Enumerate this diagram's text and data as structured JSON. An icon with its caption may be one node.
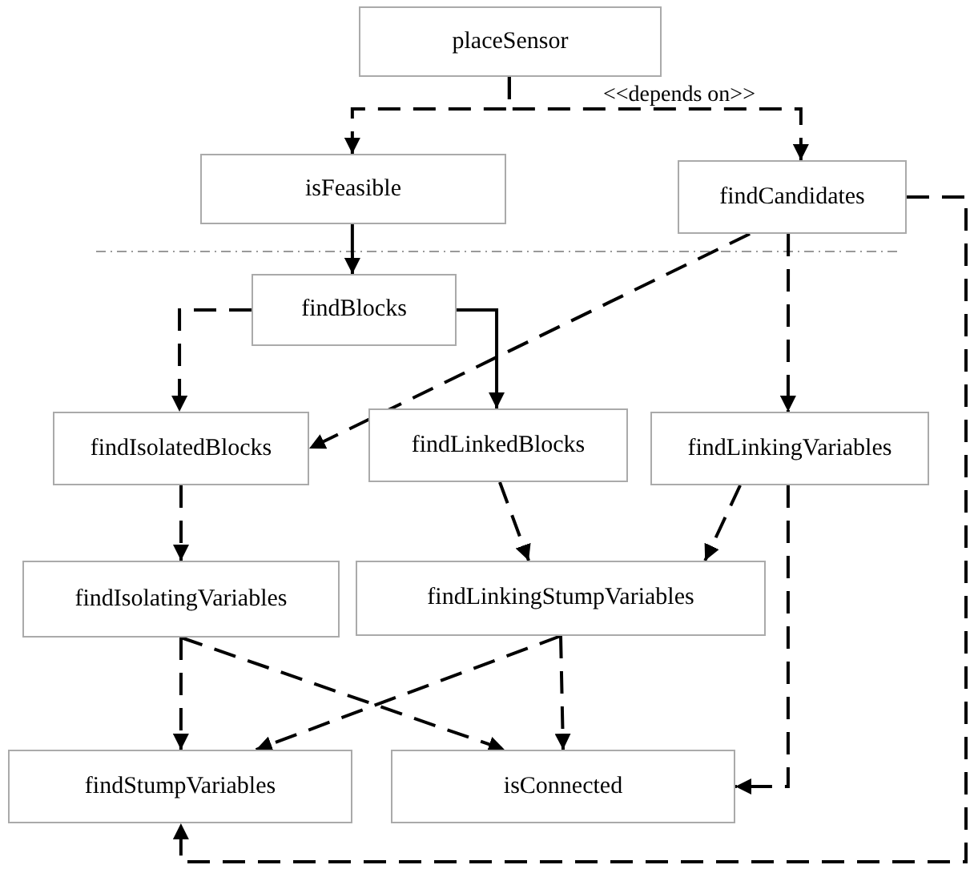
{
  "diagram": {
    "nodes": [
      {
        "text": [
          "placeSensor"
        ]
      },
      {
        "text": [
          "isFeasible"
        ]
      },
      {
        "text": [
          "findCandidates"
        ]
      },
      {
        "text": [
          "findBlocks"
        ]
      },
      {
        "text": [
          "findIsolatedBlocks"
        ]
      },
      {
        "text": [
          "findLinkedBlocks"
        ]
      },
      {
        "text": [
          "findLinkingVariables"
        ]
      },
      {
        "text": [
          "findIsolatingVariables"
        ]
      },
      {
        "text": [
          "findLinkingStumpVariables"
        ]
      },
      {
        "text": [
          "findStumpVariables"
        ]
      },
      {
        "text": [
          "isConnected"
        ]
      }
    ],
    "edges": [
      {
        "from": 0,
        "to": 1,
        "arrow": "to",
        "style": "dashed"
      },
      {
        "from": 0,
        "to": 2,
        "arrow": "to",
        "style": "dashed",
        "label": "<<depends on>>"
      },
      {
        "from": 1,
        "to": 3,
        "arrow": "to"
      },
      {
        "from": 3,
        "to": 4,
        "arrow": "to",
        "style": "dashed"
      },
      {
        "from": 3,
        "to": 5,
        "arrow": "to"
      },
      {
        "from": 2,
        "to": 4,
        "arrow": "to",
        "style": "dashed"
      },
      {
        "from": 2,
        "to": 6,
        "arrow": "to",
        "style": "dashed"
      },
      {
        "from": 2,
        "to": 9,
        "arrow": "to",
        "style": "dashed"
      },
      {
        "from": 4,
        "to": 7,
        "arrow": "to",
        "style": "dashed"
      },
      {
        "from": 5,
        "to": 8,
        "arrow": "to",
        "style": "dashed"
      },
      {
        "from": 6,
        "to": 8,
        "arrow": "to",
        "style": "dashed"
      },
      {
        "from": 6,
        "to": 10,
        "arrow": "to",
        "style": "dashed"
      },
      {
        "from": 7,
        "to": 9,
        "arrow": "to",
        "style": "dashed"
      },
      {
        "from": 7,
        "to": 10,
        "arrow": "to",
        "style": "dashed"
      },
      {
        "from": 8,
        "to": 9,
        "arrow": "to",
        "style": "dashed"
      },
      {
        "from": 8,
        "to": 10,
        "arrow": "to",
        "style": "dashed"
      }
    ]
  }
}
